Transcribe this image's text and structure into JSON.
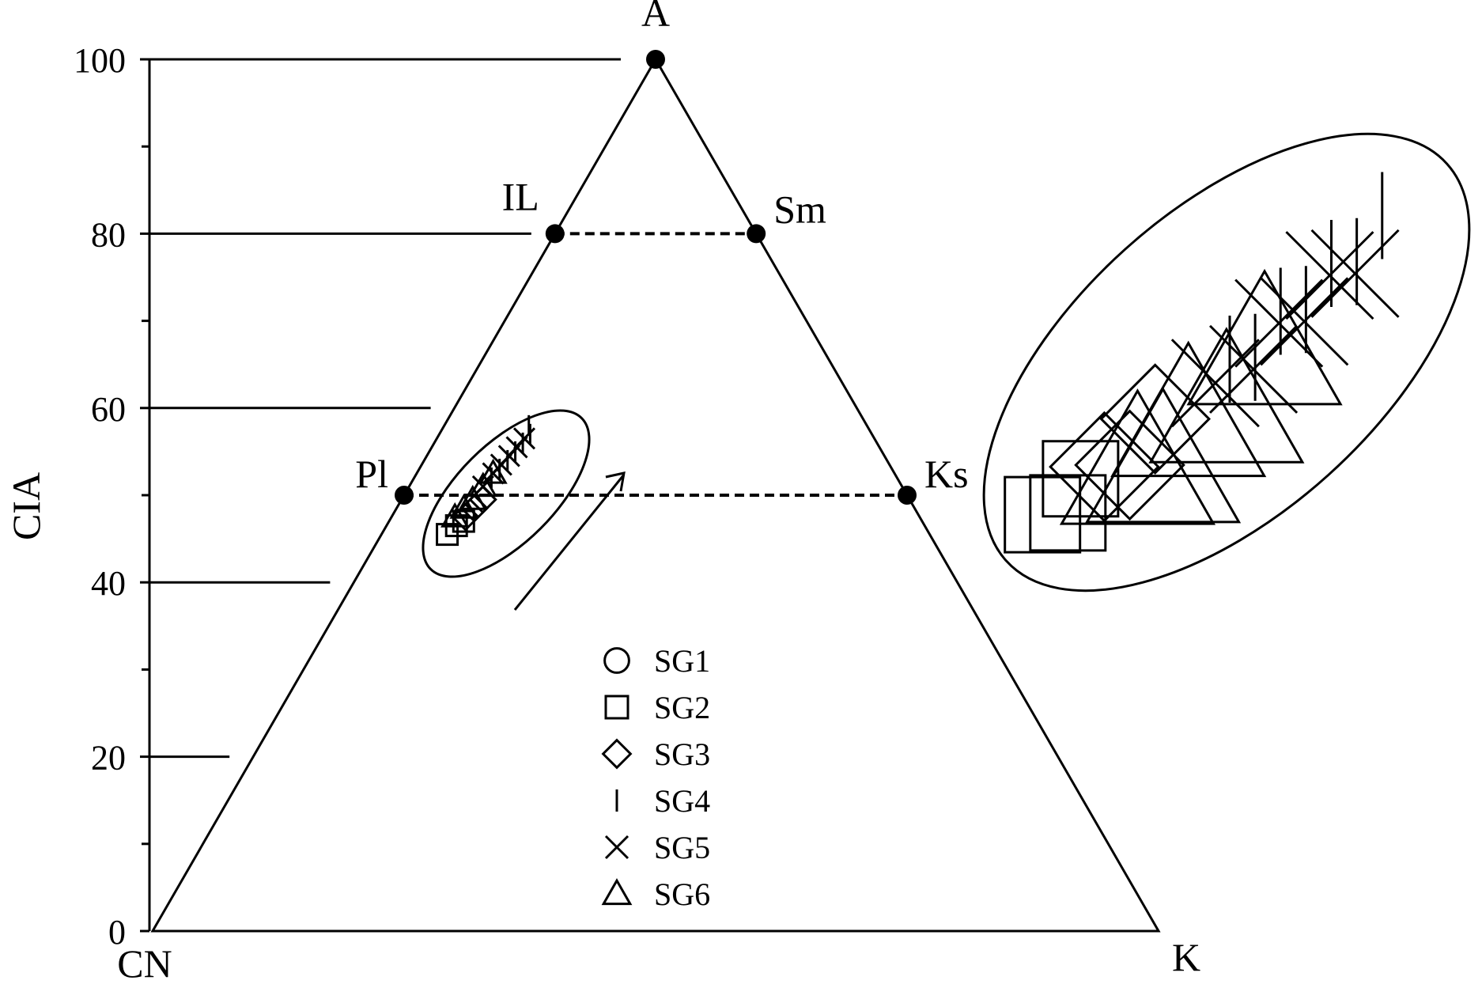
{
  "chart_data": {
    "type": "scatter",
    "subtype": "ternary-a-cn-k",
    "xlabel": "",
    "ylabel": "CIA",
    "ylim": [
      0,
      100
    ],
    "yticks": [
      0,
      20,
      40,
      60,
      80,
      100
    ],
    "ytick_labels": [
      "0",
      "20",
      "40",
      "60",
      "80",
      "100"
    ],
    "minor_yticks": [
      10,
      30,
      50,
      70,
      90
    ],
    "vertices": {
      "top": "A",
      "left": "CN",
      "right": "K"
    },
    "reference_points": [
      {
        "label": "A",
        "a": 100,
        "k_share": 0
      },
      {
        "label": "IL",
        "a": 80,
        "k_share": 0
      },
      {
        "label": "Sm",
        "a": 80,
        "k_share": 1
      },
      {
        "label": "Pl",
        "a": 50,
        "k_share": 0
      },
      {
        "label": "Ks",
        "a": 50,
        "k_share": 1
      }
    ],
    "tie_lines": [
      {
        "from": "IL",
        "to": "Sm",
        "style": "dashed"
      },
      {
        "from": "Pl",
        "to": "Ks",
        "style": "dashed"
      }
    ],
    "legend": {
      "placement": "bottom-center",
      "entries": [
        {
          "label": "SG1",
          "marker": "circle"
        },
        {
          "label": "SG2",
          "marker": "square"
        },
        {
          "label": "SG3",
          "marker": "diamond"
        },
        {
          "label": "SG4",
          "marker": "bar"
        },
        {
          "label": "SG5",
          "marker": "cross"
        },
        {
          "label": "SG6",
          "marker": "triangle"
        }
      ]
    },
    "series": [
      {
        "name": "SG2",
        "marker": "square",
        "points": [
          [
            45.5,
            0.12
          ],
          [
            46.5,
            0.13
          ],
          [
            47.0,
            0.14
          ]
        ]
      },
      {
        "name": "SG3",
        "marker": "diamond",
        "points": [
          [
            47.5,
            0.14
          ],
          [
            48.5,
            0.15
          ],
          [
            49.5,
            0.16
          ]
        ]
      },
      {
        "name": "SG4",
        "marker": "bar",
        "points": [
          [
            52.0,
            0.16
          ],
          [
            53.0,
            0.17
          ],
          [
            54.0,
            0.18
          ],
          [
            55.0,
            0.19
          ],
          [
            56.0,
            0.2
          ],
          [
            57.0,
            0.21
          ],
          [
            58.0,
            0.2
          ]
        ]
      },
      {
        "name": "SG5",
        "marker": "cross",
        "points": [
          [
            51.0,
            0.15
          ],
          [
            52.5,
            0.16
          ],
          [
            53.5,
            0.17
          ],
          [
            54.5,
            0.18
          ],
          [
            55.5,
            0.19
          ],
          [
            56.5,
            0.2
          ]
        ]
      },
      {
        "name": "SG6",
        "marker": "triangle",
        "points": [
          [
            47.5,
            0.12
          ],
          [
            48.5,
            0.13
          ],
          [
            49.5,
            0.14
          ],
          [
            51.0,
            0.15
          ],
          [
            52.5,
            0.16
          ]
        ]
      }
    ],
    "annotations": [
      {
        "type": "ellipse",
        "label": ""
      },
      {
        "type": "arrow",
        "direction": "weathering trend",
        "label": ""
      },
      {
        "type": "enlarged-inset-ellipse",
        "label": ""
      }
    ]
  }
}
